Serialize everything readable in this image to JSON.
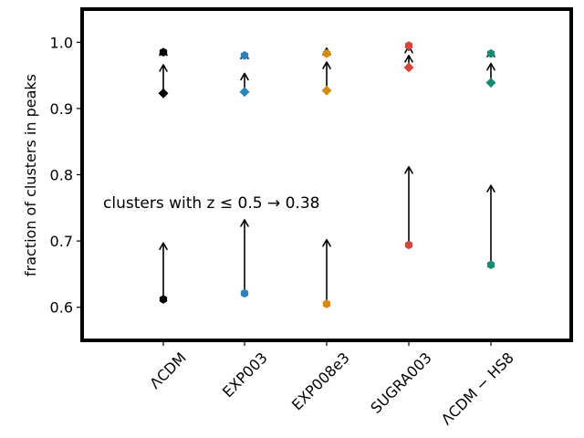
{
  "chart_data": {
    "type": "scatter",
    "categories": [
      "ΛCDM",
      "EXP003",
      "EXP008e3",
      "SUGRA003",
      "ΛCDM − HS8"
    ],
    "colors": [
      "#000000",
      "#2b83ba",
      "#d68a0c",
      "#d7453f",
      "#1a8a74"
    ],
    "ylabel": "fraction of clusters in peaks",
    "xlabel": "",
    "ylim": [
      0.55,
      1.05
    ],
    "yticks": [
      "0.6",
      "0.7",
      "0.8",
      "0.9",
      "1.0"
    ],
    "annotation": "clusters with z ≤ 0.5 → 0.38",
    "grid": false,
    "series": [
      {
        "marker": "hexagon",
        "values": [
          0.612,
          0.621,
          0.605,
          0.694,
          0.664
        ]
      },
      {
        "marker": "diamond",
        "values": [
          0.923,
          0.925,
          0.927,
          0.962,
          0.939
        ]
      },
      {
        "marker": "hexagon",
        "values": [
          0.985,
          0.98,
          0.983,
          0.995,
          0.983
        ]
      }
    ],
    "arrows": [
      {
        "from": [
          0.612,
          0.621,
          0.605,
          0.694,
          0.664
        ],
        "to": [
          0.697,
          0.732,
          0.702,
          0.812,
          0.784
        ]
      },
      {
        "from": [
          0.923,
          0.925,
          0.927,
          0.962,
          0.939
        ],
        "to": [
          0.966,
          0.953,
          0.97,
          0.98,
          0.968
        ]
      },
      {
        "from": [
          0.98,
          0.975,
          0.979,
          0.987,
          0.98
        ],
        "to": [
          0.99,
          0.985,
          0.991,
          0.994,
          0.988
        ]
      }
    ]
  }
}
